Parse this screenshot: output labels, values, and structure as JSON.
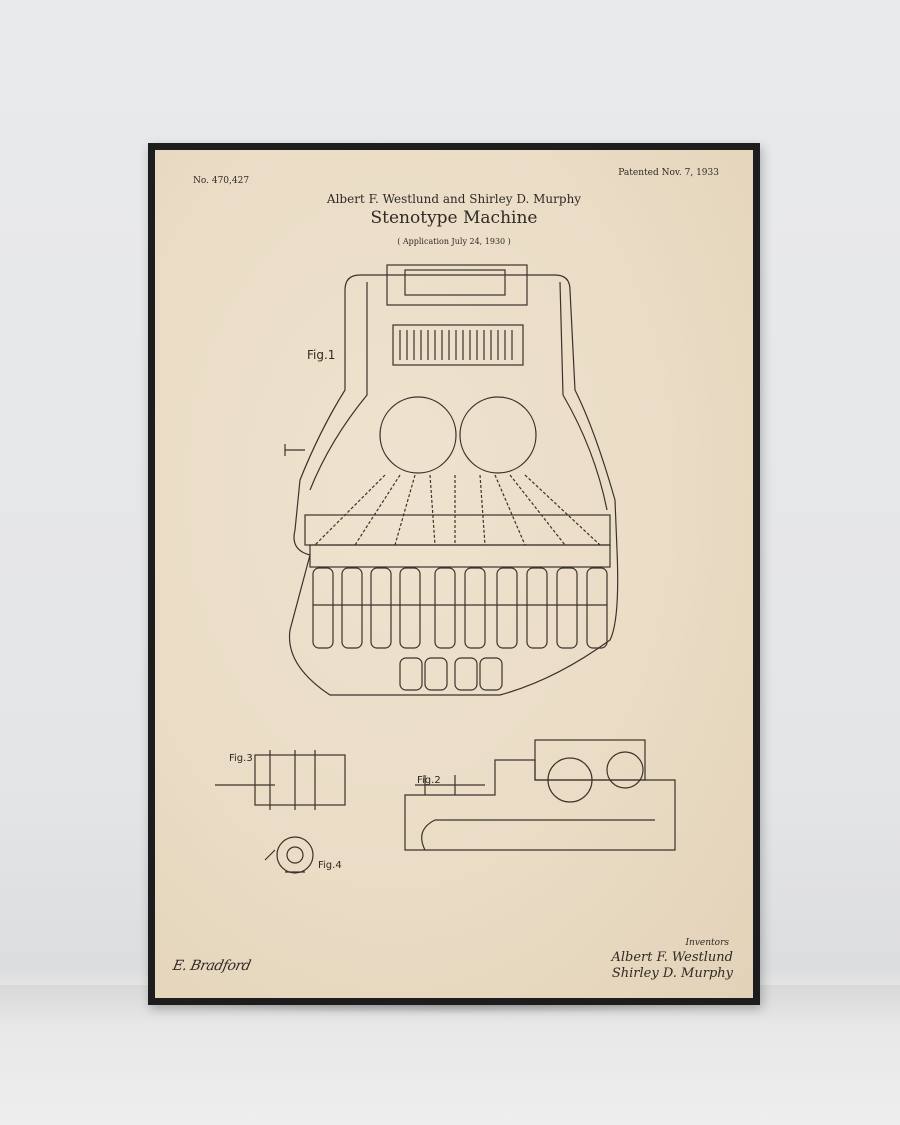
{
  "poster": {
    "patent_number": "No. 470,427",
    "patented_date": "Patented Nov. 7, 1933",
    "inventors_line": "Albert F. Westlund and  Shirley D. Murphy",
    "title": "Stenotype Machine",
    "application": "( Application July 24, 1930 )",
    "figures": [
      "Fig.1",
      "Fig.2",
      "Fig.3",
      "Fig.4"
    ],
    "inventors_label": "Inventors",
    "signatures": [
      "Albert F. Westlund",
      "Shirley D. Murphy"
    ],
    "witness_signature": "E. Bradford"
  },
  "colors": {
    "ink": "#2f2a24",
    "paper": "#eadcc5",
    "frame": "#1d1d1d",
    "wall": "#e6e7e9"
  }
}
